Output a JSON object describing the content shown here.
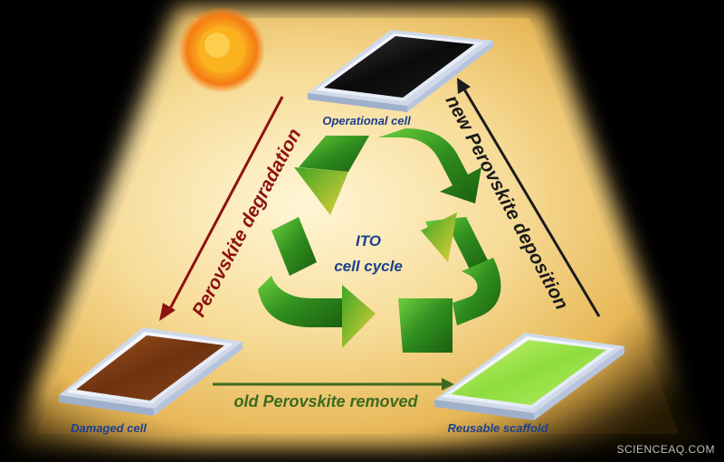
{
  "diagram": {
    "center_label_line1": "ITO",
    "center_label_line2": "cell cycle",
    "cells": {
      "operational": "Operational cell",
      "damaged": "Damaged cell",
      "reusable": "Reusable scaffold"
    },
    "arrows": {
      "degradation": "Perovskite degradation",
      "removed": "old Perovskite removed",
      "deposition": "new Perovskite deposition"
    }
  },
  "watermark": "SCIENCEAQ.COM",
  "colors": {
    "background": "#000000",
    "sun": "#f7a21b",
    "operational_film": "#111111",
    "damaged_film": "#7a3a12",
    "reusable_film": "#9be34a",
    "recycle_green": "#2f8d1e",
    "degradation_arrow": "#8e1111",
    "removed_arrow": "#3c6a1f",
    "deposition_arrow": "#1a1a1a",
    "label_blue": "#1b3f8f"
  }
}
